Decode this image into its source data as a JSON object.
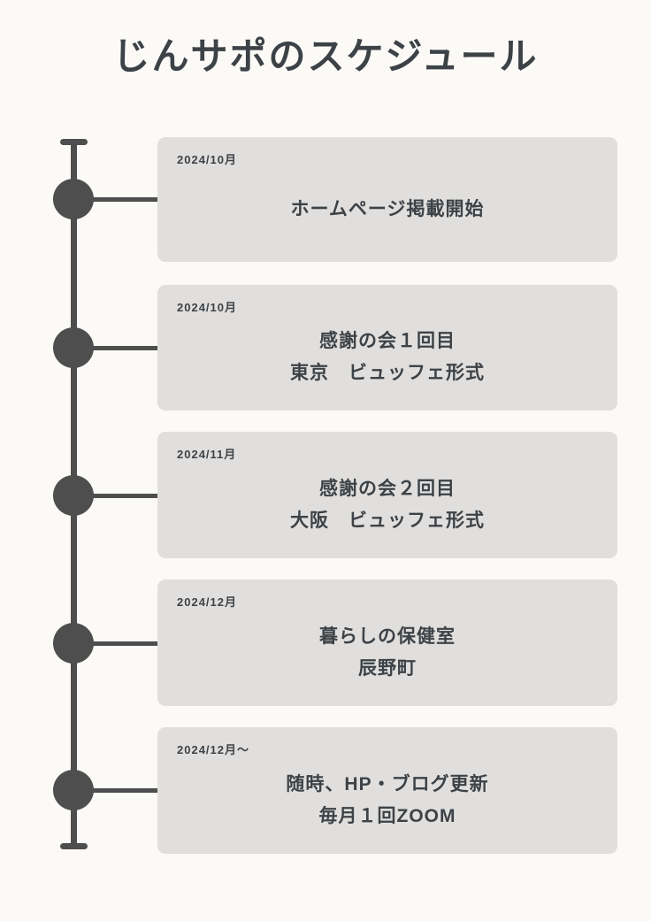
{
  "page": {
    "title": "じんサポのスケジュール"
  },
  "timeline": {
    "items": [
      {
        "date": "2024/10月",
        "lines": [
          "ホームページ掲載開始"
        ]
      },
      {
        "date": "2024/10月",
        "lines": [
          "感謝の会１回目",
          "東京　ビュッフェ形式"
        ]
      },
      {
        "date": "2024/11月",
        "lines": [
          "感謝の会２回目",
          "大阪　ビュッフェ形式"
        ]
      },
      {
        "date": "2024/12月",
        "lines": [
          "暮らしの保健室",
          "辰野町"
        ]
      },
      {
        "date": "2024/12月〜",
        "lines": [
          "随時、HP・ブログ更新",
          "毎月１回ZOOM"
        ]
      }
    ]
  },
  "colors": {
    "bg": "#fbfaf7",
    "card_bg": "#e0dfdd",
    "ink": "#4e4e4e",
    "text": "#3d4247"
  }
}
